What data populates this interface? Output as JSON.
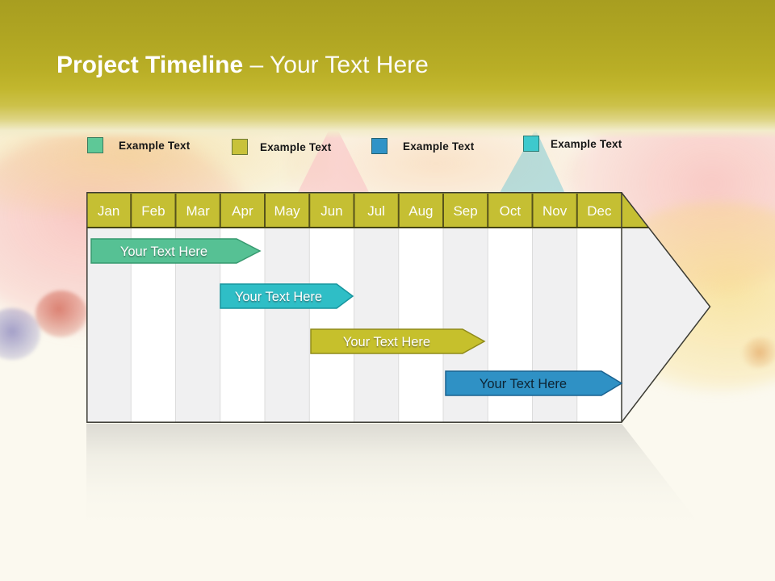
{
  "title": {
    "main": "Project Timeline",
    "sub": "– Your Text Here"
  },
  "legend": {
    "items": [
      {
        "label": "Example Text",
        "color": "#5ec897"
      },
      {
        "label": "Example Text",
        "color": "#c8c23a"
      },
      {
        "label": "Example Text",
        "color": "#3093c7"
      },
      {
        "label": "Example Text",
        "color": "#3ec9cd"
      }
    ]
  },
  "timeline": {
    "months": [
      "Jan",
      "Feb",
      "Mar",
      "Apr",
      "May",
      "Jun",
      "Jul",
      "Aug",
      "Sep",
      "Oct",
      "Nov",
      "Dec"
    ],
    "bars": [
      {
        "label": "Your Text Here",
        "color": "#56c194",
        "border": "#37996f",
        "text_color": "#ffffff"
      },
      {
        "label": "Your Text Here",
        "color": "#2fbec6",
        "border": "#18959e",
        "text_color": "#ffffff"
      },
      {
        "label": "Your Text Here",
        "color": "#c6c02c",
        "border": "#8f8a1a",
        "text_color": "#ffffff"
      },
      {
        "label": "Your Text Here",
        "color": "#2f91c5",
        "border": "#1a6290",
        "text_color": "#0d2433"
      }
    ],
    "header_color": "#c5bf33",
    "stripe_color": "#f0f0f1",
    "outline_color": "#3a3a32"
  },
  "chart_data": {
    "type": "bar",
    "subtype": "gantt-timeline",
    "title": "Project Timeline – Your Text Here",
    "x_categories": [
      "Jan",
      "Feb",
      "Mar",
      "Apr",
      "May",
      "Jun",
      "Jul",
      "Aug",
      "Sep",
      "Oct",
      "Nov",
      "Dec"
    ],
    "bars": [
      {
        "row": 1,
        "label": "Your Text Here",
        "start": "Jan",
        "end": "Apr",
        "color": "#56c194"
      },
      {
        "row": 2,
        "label": "Your Text Here",
        "start": "Apr",
        "end": "Jun",
        "color": "#2fbec6"
      },
      {
        "row": 3,
        "label": "Your Text Here",
        "start": "Jun",
        "end": "Sep",
        "color": "#c6c02c"
      },
      {
        "row": 4,
        "label": "Your Text Here",
        "start": "Sep",
        "end": "Dec",
        "color": "#2f91c5"
      }
    ],
    "legend": [
      "Example Text",
      "Example Text",
      "Example Text",
      "Example Text"
    ],
    "legend_position": "top",
    "grid": "alternating month column stripes",
    "container_shape": "right-pointing arrow pentagon"
  }
}
